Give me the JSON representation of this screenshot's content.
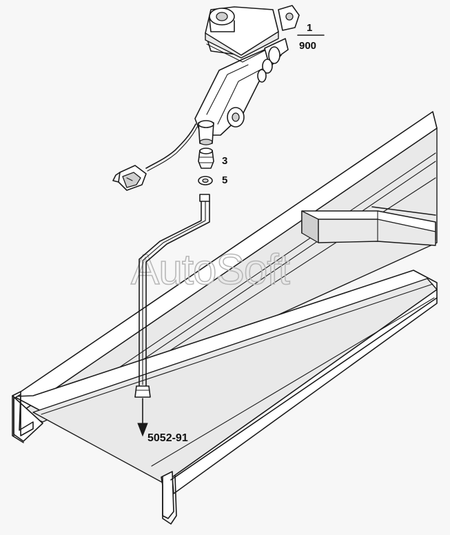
{
  "callouts": {
    "part_1": "1",
    "part_1_sheet": "900",
    "part_3": "3",
    "part_5": "5",
    "pipe_reference": "5052-91"
  },
  "watermark": "AutoSoft"
}
